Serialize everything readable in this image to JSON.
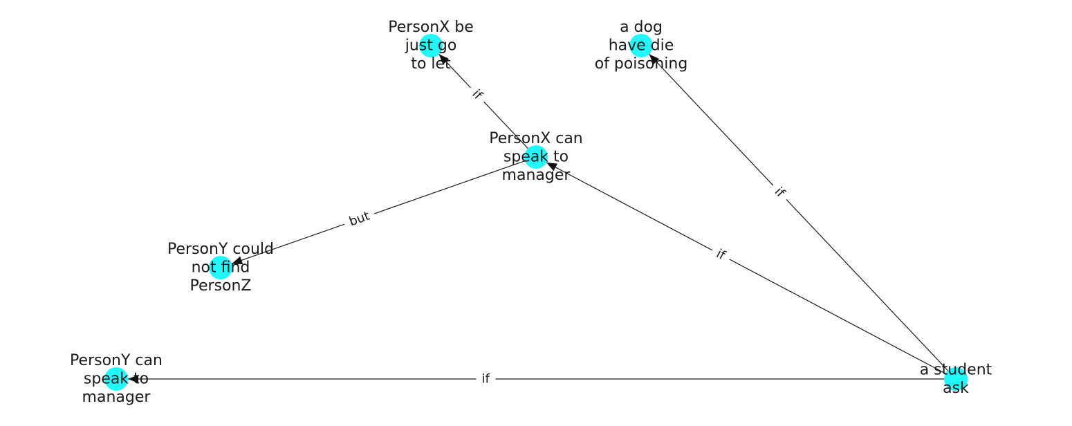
{
  "colors": {
    "node": "#1ff9f9",
    "edge": "#1a1a1a",
    "text": "#1a1a1a",
    "background": "#ffffff"
  },
  "nodes": [
    {
      "id": "n1",
      "lines": [
        "PersonX be",
        "just go",
        "to let"
      ]
    },
    {
      "id": "n2",
      "lines": [
        "a dog",
        "have die",
        "of poisoning"
      ]
    },
    {
      "id": "n3",
      "lines": [
        "PersonX can",
        "speak to",
        "manager"
      ]
    },
    {
      "id": "n4",
      "lines": [
        "PersonY could",
        "not find",
        "PersonZ"
      ]
    },
    {
      "id": "n5",
      "lines": [
        "PersonY can",
        "speak to",
        "manager"
      ]
    },
    {
      "id": "n6",
      "lines": [
        "a student",
        "ask"
      ]
    }
  ],
  "edges": [
    {
      "from": "n3",
      "to": "n1",
      "label": "if"
    },
    {
      "from": "n6",
      "to": "n2",
      "label": "if"
    },
    {
      "from": "n6",
      "to": "n3",
      "label": "if"
    },
    {
      "from": "n3",
      "to": "n4",
      "label": "but"
    },
    {
      "from": "n6",
      "to": "n5",
      "label": "if"
    }
  ]
}
